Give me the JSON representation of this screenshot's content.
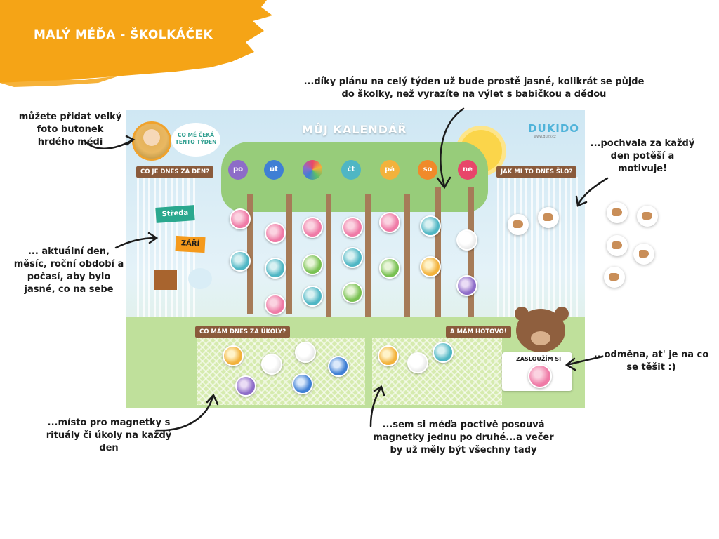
{
  "header": {
    "title": "MALÝ MÉĎA - ŠKOLKÁČEK",
    "brand_color": "#f5a416"
  },
  "board": {
    "title": "MŮJ KALENDÁŘ",
    "week_bubble": "CO MĚ ČEKÁ TENTO TÝDEN",
    "logo_main": "DUKIDO",
    "logo_sub": "www.duky.cz",
    "today_sign": "CO JE DNES ZA DEN?",
    "mood_sign": "JAK MI TO DNES ŠLO?",
    "tasks_sign": "CO MÁM DNES ZA ÚKOLY?",
    "done_sign": "A MÁM HOTOVO!",
    "reward_label": "ZASLOUŽÍM SI",
    "day_tag": "Středa",
    "month_tag": "ZÁŘÍ",
    "days": [
      {
        "label": "po",
        "color": "#8d6cc8"
      },
      {
        "label": "út",
        "color": "#3f7fd4"
      },
      {
        "label": "",
        "color": "#5abf6a"
      },
      {
        "label": "čt",
        "color": "#4fb6c4"
      },
      {
        "label": "pá",
        "color": "#f2b23c"
      },
      {
        "label": "so",
        "color": "#f08a2a"
      },
      {
        "label": "ne",
        "color": "#e8466a"
      }
    ]
  },
  "notes": {
    "photo": "můžete přidat velký foto butonek hrdého médi",
    "week": "...díky plánu na celý týden už bude prostě jasné, kolikrát se půjde do školky, než vyrazíte na výlet s babičkou a dědou",
    "praise": "...pochvala za každý den potěší a motivuje!",
    "today": "... aktuální den, měsíc, roční období a počasí, aby bylo jasné, co na sebe",
    "reward": "...odměna, at' je na co se těšit :)",
    "magnets": "...místo pro magnetky s rituály či úkoly na každý den",
    "move": "...sem si méďa poctivě posouvá magnetky jednu po druhé...a večer by už měly být všechny tady"
  }
}
